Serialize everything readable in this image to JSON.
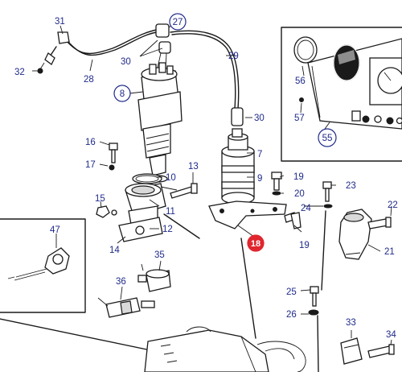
{
  "callouts": {
    "c7": "7",
    "c8": "8",
    "c9": "9",
    "c10": "10",
    "c11": "11",
    "c12": "12",
    "c13": "13",
    "c14": "14",
    "c15": "15",
    "c16": "16",
    "c17": "17",
    "c18": "18",
    "c19a": "19",
    "c19b": "19",
    "c20": "20",
    "c21": "21",
    "c22": "22",
    "c23": "23",
    "c24": "24",
    "c25": "25",
    "c26": "26",
    "c27": "27",
    "c28": "28",
    "c29": "29",
    "c30a": "30",
    "c30b": "30",
    "c31": "31",
    "c32": "32",
    "c33": "33",
    "c34": "34",
    "c35": "35",
    "c36": "36",
    "c47": "47",
    "c55": "55",
    "c56": "56",
    "c57": "57"
  },
  "highlight": {
    "part": "18",
    "color": "#e0262e"
  },
  "colors": {
    "callout_text": "#1f2a8a",
    "line": "#1a1a1a"
  }
}
